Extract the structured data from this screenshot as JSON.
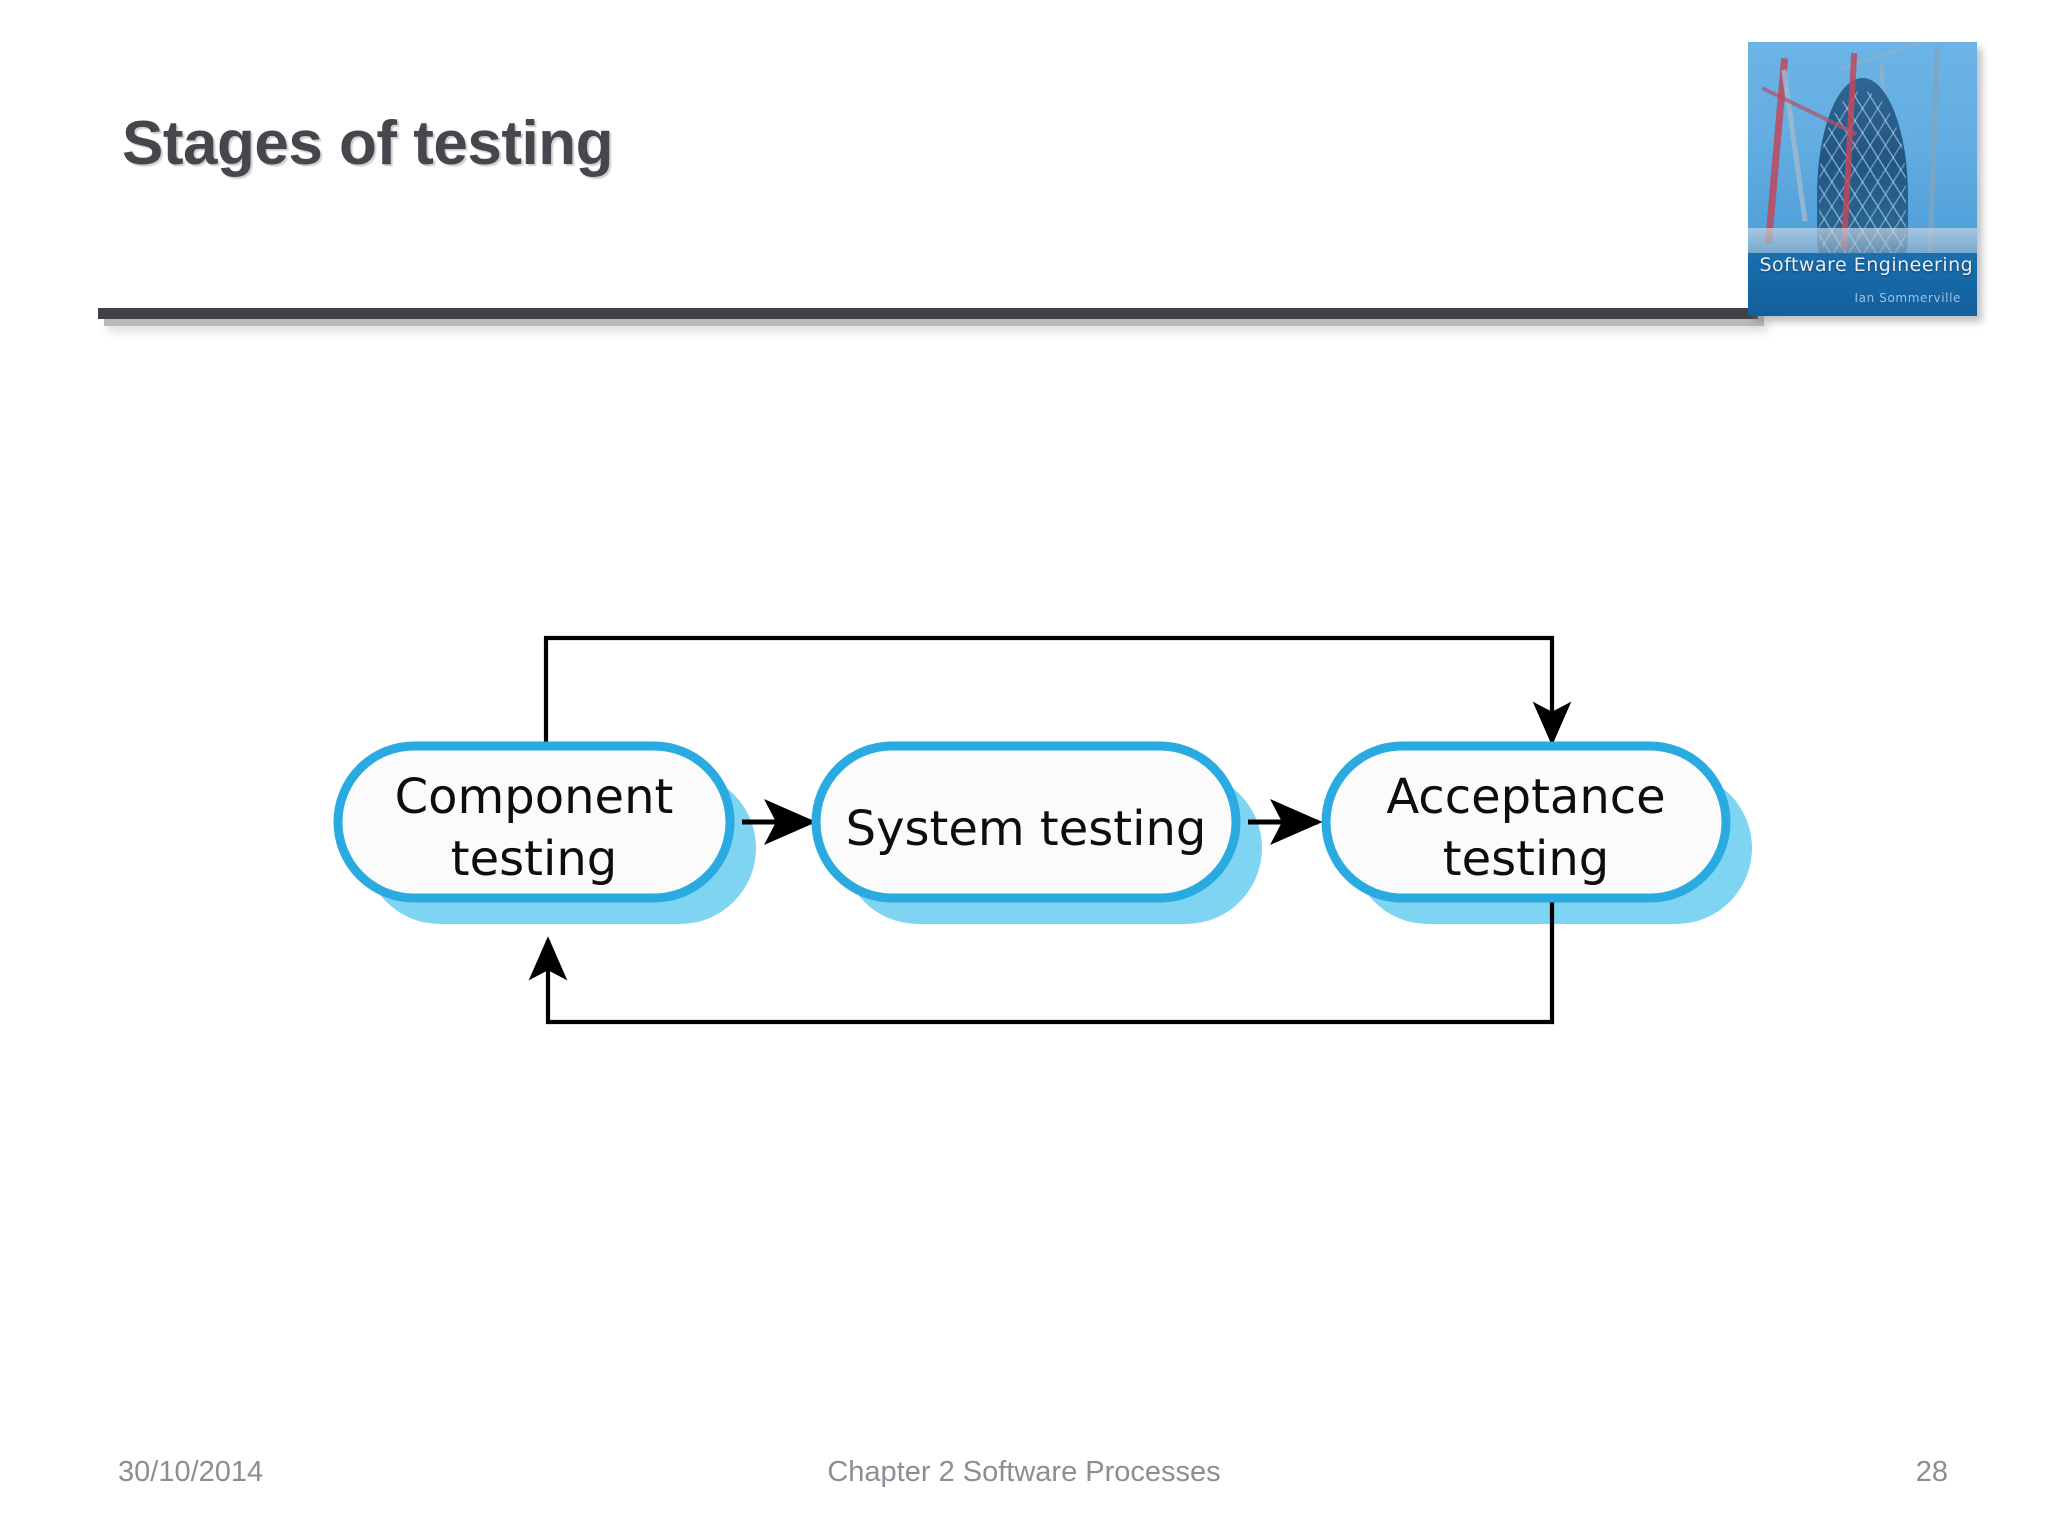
{
  "slide": {
    "title": "Stages of testing",
    "background_color": "#ffffff",
    "title_color": "#45474c",
    "rule_color": "#404045"
  },
  "book_cover": {
    "alt": "Software Engineering textbook cover",
    "title": "Software Engineering",
    "author": "Ian Sommerville"
  },
  "diagram": {
    "type": "flow",
    "accent_color": "#29abe2",
    "accent_shadow_color": "#7fd4f2",
    "box_fill": "#fbfbfb",
    "connector_color": "#000000",
    "nodes": [
      {
        "id": "component",
        "line1": "Component",
        "line2": "testing"
      },
      {
        "id": "system",
        "line1": "System testing",
        "line2": ""
      },
      {
        "id": "acceptance",
        "line1": "Acceptance",
        "line2": "testing"
      }
    ],
    "edges": [
      {
        "from": "component",
        "to": "system",
        "kind": "forward"
      },
      {
        "from": "system",
        "to": "acceptance",
        "kind": "forward"
      },
      {
        "from": "component",
        "to": "acceptance",
        "kind": "feedback-top"
      },
      {
        "from": "acceptance",
        "to": "component",
        "kind": "feedback-bottom"
      }
    ]
  },
  "footer": {
    "date": "30/10/2014",
    "center": "Chapter 2 Software Processes",
    "page": "28",
    "color": "#8d8d95"
  }
}
